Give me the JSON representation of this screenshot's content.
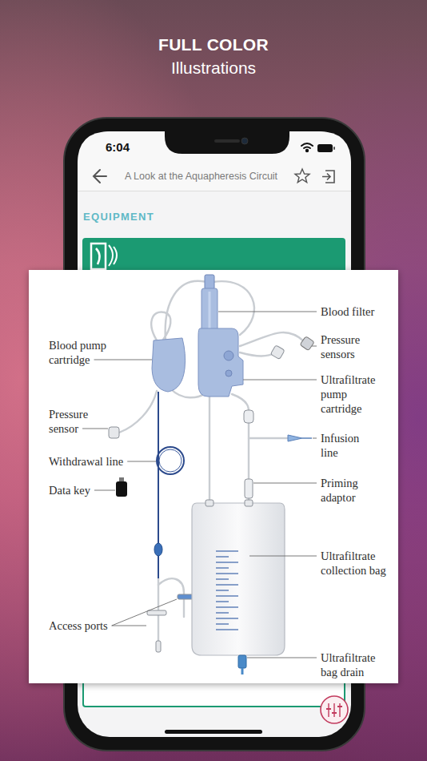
{
  "diagram": {
    "title": "FULL COLOR",
    "labels": [
      "Illustrations",
      "6:04",
      "A Look at the Aquapheresis Circuit",
      "EQUIPMENT",
      "Blood filter",
      "Pressure sensors",
      "Blood pump cartridge",
      "Ultrafiltrate pump cartridge",
      "Pressure sensor",
      "Infusion line",
      "Withdrawal line",
      "Priming adaptor",
      "Data key",
      "Ultrafiltrate collection bag",
      "Access ports",
      "Ultrafiltrate bag drain"
    ]
  }
}
